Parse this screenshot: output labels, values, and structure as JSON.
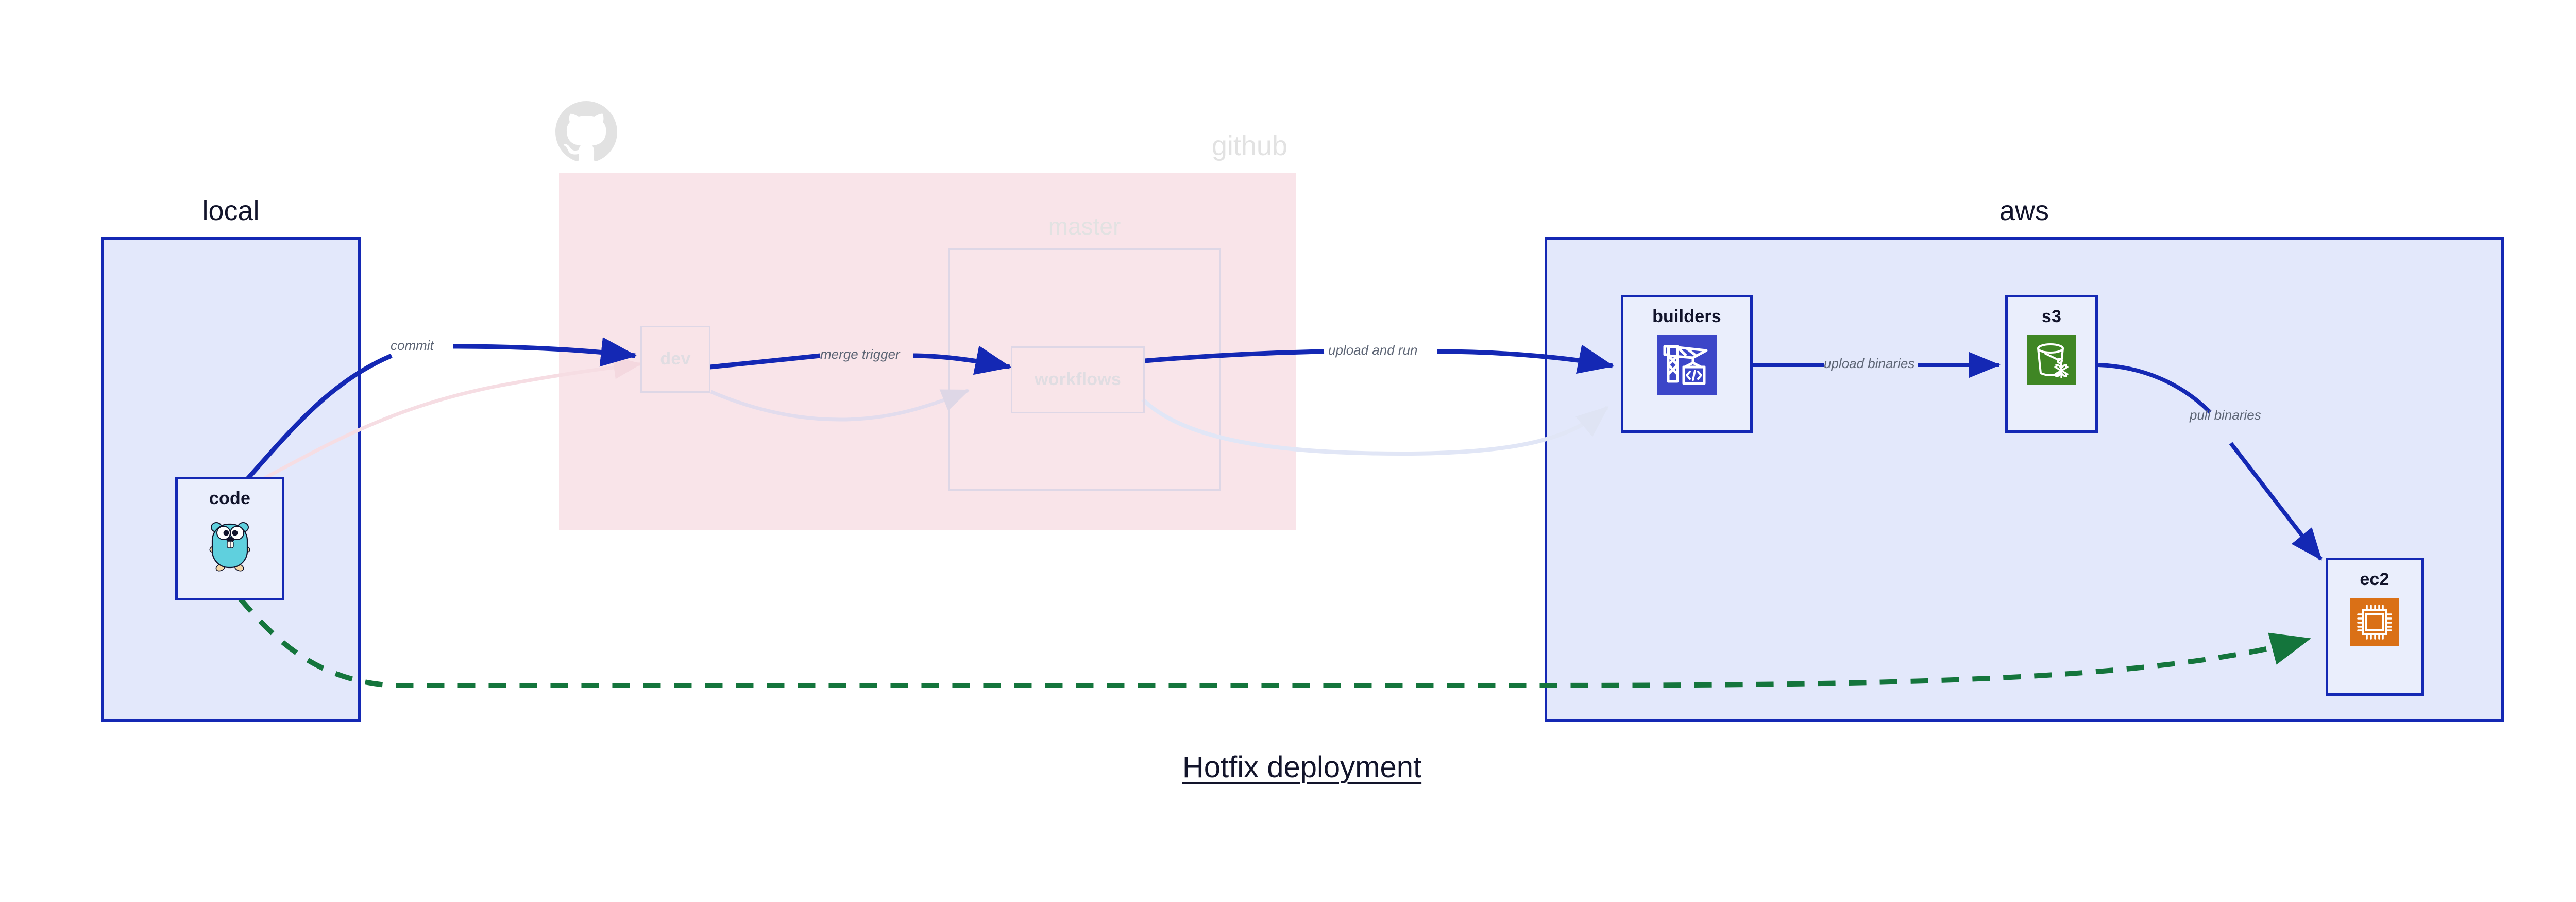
{
  "diagram": {
    "title": "Hotfix deployment",
    "groups": [
      {
        "id": "local",
        "label": "local",
        "faded": false
      },
      {
        "id": "github",
        "label": "github",
        "faded": true
      },
      {
        "id": "aws",
        "label": "aws",
        "faded": false
      }
    ],
    "subgroups": [
      {
        "id": "master",
        "label": "master",
        "parent": "github",
        "faded": true
      }
    ],
    "nodes": [
      {
        "id": "code",
        "label": "code",
        "group": "local",
        "icon": "go-gopher-icon",
        "faded": false
      },
      {
        "id": "dev",
        "label": "dev",
        "group": "github",
        "icon": "none",
        "faded": true
      },
      {
        "id": "workflows",
        "label": "workflows",
        "group": "master",
        "icon": "none",
        "faded": true
      },
      {
        "id": "builders",
        "label": "builders",
        "group": "aws",
        "icon": "aws-codebuild-icon",
        "faded": false
      },
      {
        "id": "s3",
        "label": "s3",
        "group": "aws",
        "icon": "aws-s3-glacier-icon",
        "faded": false
      },
      {
        "id": "ec2",
        "label": "ec2",
        "group": "aws",
        "icon": "aws-ec2-chip-icon",
        "faded": false
      }
    ],
    "edges": [
      {
        "id": "commit",
        "label": "commit",
        "from": "code",
        "to": "dev",
        "style": "solid",
        "color": "#1428b4",
        "faded": false
      },
      {
        "id": "merge-trigger",
        "label": "merge trigger",
        "from": "dev",
        "to": "workflows",
        "style": "solid",
        "color": "#1428b4",
        "faded": false
      },
      {
        "id": "upload-and-run",
        "label": "upload and run",
        "from": "workflows",
        "to": "builders",
        "style": "solid",
        "color": "#1428b4",
        "faded": false
      },
      {
        "id": "upload-binaries",
        "label": "upload binaries",
        "from": "builders",
        "to": "s3",
        "style": "solid",
        "color": "#1428b4",
        "faded": false
      },
      {
        "id": "pull-binaries",
        "label": "pull binaries",
        "from": "s3",
        "to": "ec2",
        "style": "solid",
        "color": "#1428b4",
        "faded": false
      },
      {
        "id": "hotfix-direct",
        "label": "",
        "from": "code",
        "to": "ec2",
        "style": "dashed",
        "color": "#14753c",
        "faded": false
      },
      {
        "id": "faded-code-dev",
        "label": "",
        "from": "code",
        "to": "dev",
        "style": "solid",
        "color": "#f4d8df",
        "faded": true
      },
      {
        "id": "faded-dev-wf",
        "label": "",
        "from": "dev",
        "to": "workflows",
        "style": "solid",
        "color": "#e4e0ef",
        "faded": true
      },
      {
        "id": "faded-wf-build",
        "label": "",
        "from": "workflows",
        "to": "builders",
        "style": "solid",
        "color": "#e4e8f7",
        "faded": true
      }
    ],
    "icons": {
      "octocat": "github-octocat-icon"
    },
    "colors": {
      "group_border": "#1428b4",
      "group_fill": "#e3e8fb",
      "github_fill": "#f9e4e9",
      "node_fill": "#eaeefc",
      "edge_blue": "#1428b4",
      "edge_green": "#14753c",
      "label_gray": "#5d6575",
      "title_dark": "#12142b",
      "codebuild_blue": "#3c46c8",
      "s3_green": "#3f8624",
      "ec2_orange": "#da7016",
      "gopher_cyan": "#5fd0de"
    }
  }
}
